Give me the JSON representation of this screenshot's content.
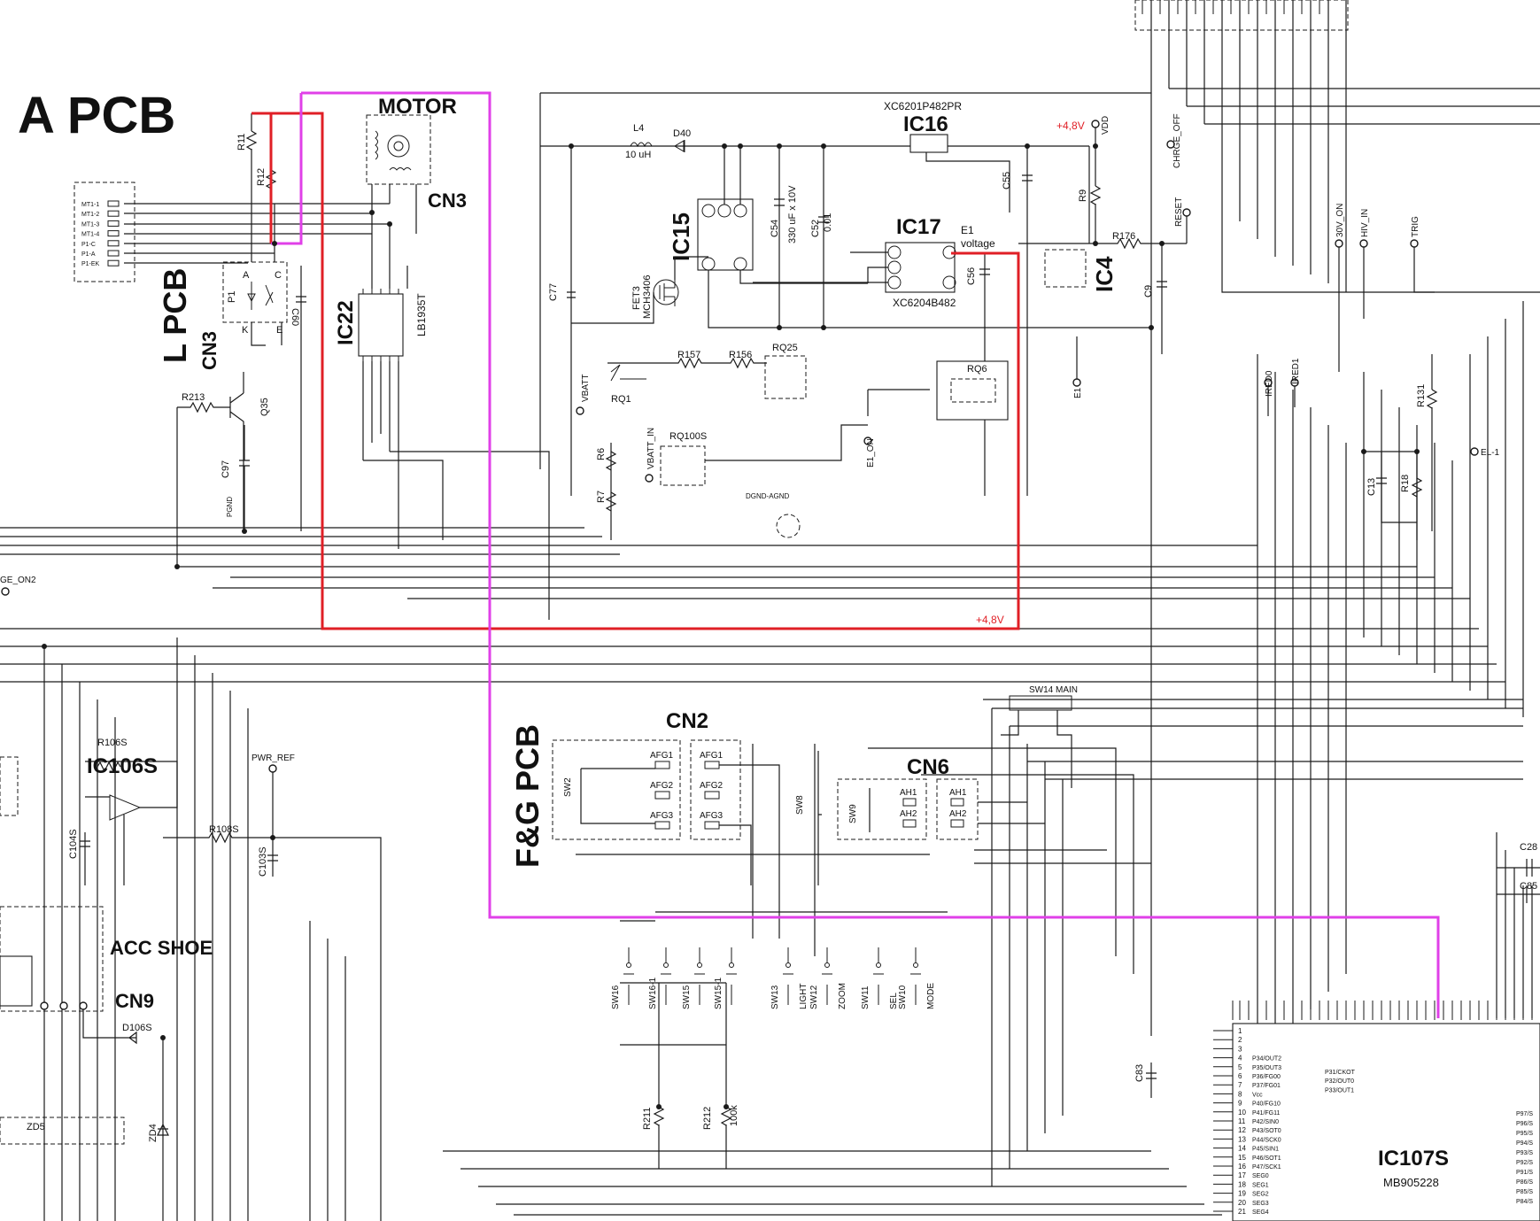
{
  "sections": {
    "a_pcb": "A PCB",
    "l_pcb": "L PCB",
    "fg_pcb": "F&G PCB"
  },
  "connectors": {
    "cn3_l": "CN3",
    "cn3_motor": "CN3",
    "cn2": "CN2",
    "cn6": "CN6",
    "cn9": "CN9"
  },
  "blocks": {
    "motor": "MOTOR",
    "acc_shoe": "ACC SHOE"
  },
  "ics": {
    "ic22": {
      "ref": "IC22",
      "part": "LB1935T"
    },
    "ic15": {
      "ref": "IC15"
    },
    "ic16": {
      "ref": "IC16",
      "part": "XC6201P482PR"
    },
    "ic17": {
      "ref": "IC17",
      "part": "XC6204B482",
      "note1": "E1",
      "note2": "voltage"
    },
    "ic4": {
      "ref": "IC4"
    },
    "ic106s": {
      "ref": "IC106S"
    },
    "ic107s": {
      "ref": "IC107S",
      "part": "MB905228"
    }
  },
  "voltages": {
    "top": "+4,8V",
    "bottom": "+4,8V"
  },
  "components": {
    "l4": "L4",
    "l4_val": "10 uH",
    "d40": "D40",
    "c54": "C54",
    "c54_val": "330 uF x 10V",
    "c52": "C52",
    "c52_val": "0.01",
    "c55": "C55",
    "c56": "C56",
    "c9": "C9",
    "c77": "C77",
    "c60": "C60",
    "c97": "C97",
    "r9": "R9",
    "r176": "R176",
    "r11": "R11",
    "r12": "R12",
    "r213": "R213",
    "q35": "Q35",
    "fet3": "FET3",
    "fet3_part": "MCH3406",
    "r157": "R157",
    "r156": "R156",
    "rq25": "RQ25",
    "rq1": "RQ1",
    "rq6": "RQ6",
    "rq100s": "RQ100S",
    "r6": "R6",
    "r7": "R7",
    "r131": "R131",
    "r18": "R18",
    "c13": "C13",
    "r106s_a": "R106S",
    "r108s": "R108S",
    "c104s": "C104S",
    "c103s": "C103S",
    "d106s": "D106S",
    "zd5": "ZD5",
    "zd4": "ZD4",
    "c83": "C83",
    "r211": "R211",
    "r212": "R212",
    "r212_val": "100k",
    "c28": "C28",
    "c85": "C85",
    "p1": "P1"
  },
  "cn3_pins": [
    "MT1-1",
    "MT1-2",
    "MT1-3",
    "MT1-4",
    "P1-C",
    "P1-A",
    "P1-EK"
  ],
  "testpoints": {
    "vdd": "VDD",
    "chrge_off": "CHRGE_OFF",
    "reset": "RESET",
    "v30_on": "30V_ON",
    "hiv_in": "HIV_IN",
    "trig": "TRIG",
    "vbatt": "VBATT",
    "vbatt_in": "VBATT_IN",
    "e1_on": "E1_ON",
    "e1": "E1",
    "ired0": "IRED0",
    "ired1": "IRED1",
    "el1": "EL-1",
    "pwr_ref": "PWR_REF",
    "charge_on2": "GE_ON2",
    "dgnd_agnd": "DGND-AGND",
    "pgnd": "PGND"
  },
  "switches": {
    "sw14": "SW14 MAIN",
    "sw2": "SW2",
    "sw8": "SW8",
    "sw9": "SW9",
    "sw16": "SW16",
    "sw16_1": "SW16-1",
    "sw15": "SW15",
    "sw15_1": "SW15-1",
    "sw13": "SW13",
    "sw13_l": "LIGHT",
    "sw12": "SW12",
    "sw12_l": "ZOOM",
    "sw11": "SW11",
    "sw11_l": "SEL",
    "sw10": "SW10",
    "sw10_l": "MODE"
  },
  "cn_pins": {
    "afg1": "AFG1",
    "afg2": "AFG2",
    "afg3": "AFG3",
    "ah1": "AH1",
    "ah2": "AH2"
  },
  "ic107_left_pins": [
    "1",
    "2",
    "3",
    "4",
    "5",
    "6",
    "7",
    "8",
    "9",
    "10",
    "11",
    "12",
    "13",
    "14",
    "15",
    "16",
    "17",
    "18",
    "19",
    "20",
    "21"
  ],
  "ic107_left_names": [
    "",
    "",
    "",
    "P34/OUT2",
    "P35/OUT3",
    "P36/FG00",
    "P37/FG01",
    "Vcc",
    "P40/FG10",
    "P41/FG11",
    "P42/SIN0",
    "P43/SOT0",
    "P44/SCK0",
    "P45/SIN1",
    "P46/SOT1",
    "P47/SCK1",
    "SEG0",
    "SEG1",
    "SEG2",
    "SEG3",
    "SEG4"
  ],
  "ic107_right_names": [
    "P31/CKOT",
    "P32/OUT0",
    "P33/OUT1"
  ],
  "ic107_far_right": [
    "P97/S",
    "P96/S",
    "P95/S",
    "P94/S",
    "P93/S",
    "P92/S",
    "P91/S",
    "P86/S",
    "P85/S",
    "P84/S"
  ]
}
